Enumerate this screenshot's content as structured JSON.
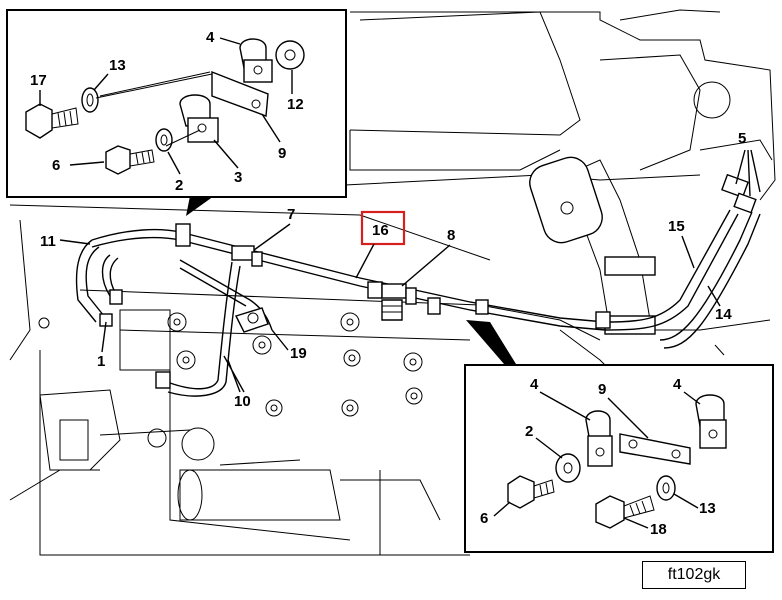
{
  "figure_id": "ft102gk",
  "highlight_color": "#d62020",
  "callouts_main": {
    "c5": "5",
    "c7": "7",
    "c8": "8",
    "c11": "11",
    "c14": "14",
    "c15": "15",
    "c16": "16",
    "c1": "1",
    "c10": "10",
    "c19": "19"
  },
  "callouts_inset_top": {
    "c4": "4",
    "c17": "17",
    "c13": "13",
    "c12": "12",
    "c9": "9",
    "c6": "6",
    "c2": "2",
    "c3": "3"
  },
  "callouts_inset_bottom": {
    "c4a": "4",
    "c9": "9",
    "c4b": "4",
    "c2": "2",
    "c6": "6",
    "c13": "13",
    "c18": "18"
  }
}
